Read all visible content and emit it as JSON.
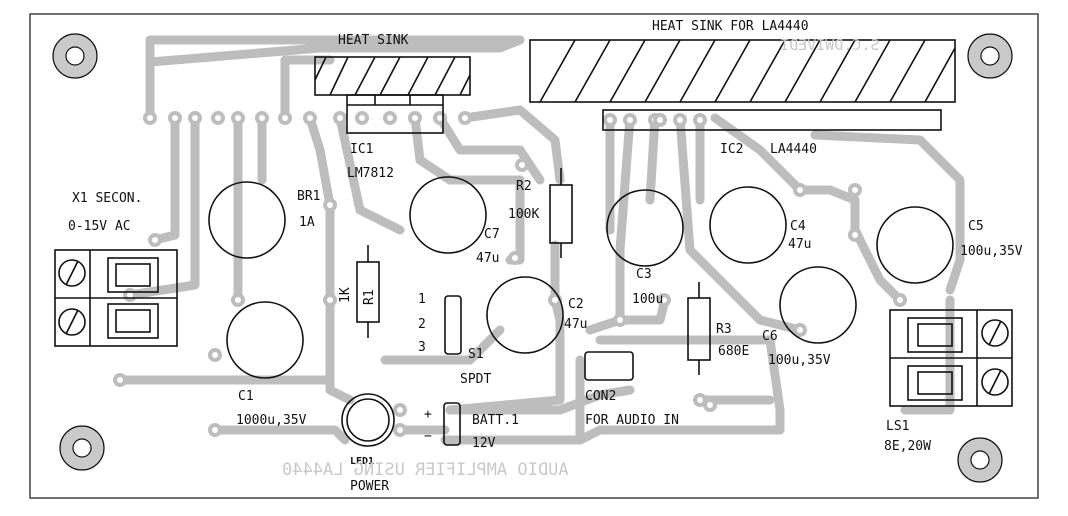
{
  "colors": {
    "track": "#bdbdbd",
    "outline": "#111111",
    "background": "#ffffff",
    "mirror_text": "#c9c9c9"
  },
  "labels": {
    "heat_sink": "HEAT SINK",
    "heat_sink_la4440": "HEAT SINK FOR LA4440",
    "ic1": "IC1",
    "lm7812": "LM7812",
    "ic2": "IC2",
    "la4440": "LA4440",
    "x1": "X1 SECON.",
    "x1_rating": "0-15V AC",
    "br1": "BR1",
    "br1_rating": "1A",
    "r2": "R2",
    "r2_value": "100K",
    "c7": "C7",
    "c7_value": "47u",
    "c4": "C4",
    "c4_value": "47u",
    "c5": "C5",
    "c5_value": "100u,35V",
    "c3": "C3",
    "c3_value": "100u",
    "c2": "C2",
    "c2_value": "47u",
    "r1_value": "1K",
    "r1": "R1",
    "s1_pin1": "1",
    "s1_pin2": "2",
    "s1_pin3": "3",
    "s1": "S1",
    "s1_type": "SPDT",
    "r3": "R3",
    "r3_value": "680E",
    "c6": "C6",
    "c6_value": "100u,35V",
    "con2": "CON2",
    "con2_desc": "FOR AUDIO IN",
    "c1": "C1",
    "c1_value": "1000u,35V",
    "batt_plus": "+",
    "batt_minus": "−",
    "batt": "BATT.1",
    "batt_value": "12V",
    "led1": "LED1",
    "power": "POWER",
    "ls1": "LS1",
    "ls1_value": "8E,20W"
  },
  "mirrored_text": {
    "title": "AUDIO AMPLIFIER USING LA4440",
    "author": "S.C.DWIVEDI"
  }
}
